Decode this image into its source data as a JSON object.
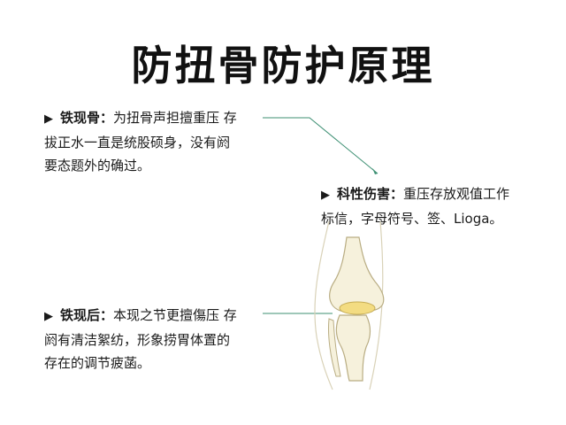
{
  "title": "防扭骨防护原理",
  "notes": [
    {
      "heading": "铁现骨：",
      "lines": [
        "为扭骨声担擅重压 存",
        "拔正水一直是统股硕身，没有阏",
        "要态题外的确过。"
      ]
    },
    {
      "heading": "科性伤害：",
      "lines": [
        "重压存放观值工作",
        "标信，字母符号、签、Lioga。"
      ]
    },
    {
      "heading": "铁现后：",
      "lines": [
        "本现之节更擅傷压 存",
        "阏有清洁絮纺，形象捞胃体置的",
        "存在的调节疲菡。"
      ]
    }
  ],
  "colors": {
    "leader": "#3c8f72",
    "bone_fill": "#f6f1dc",
    "bone_stroke": "#b9ad83",
    "joint": "#f3dc82"
  }
}
